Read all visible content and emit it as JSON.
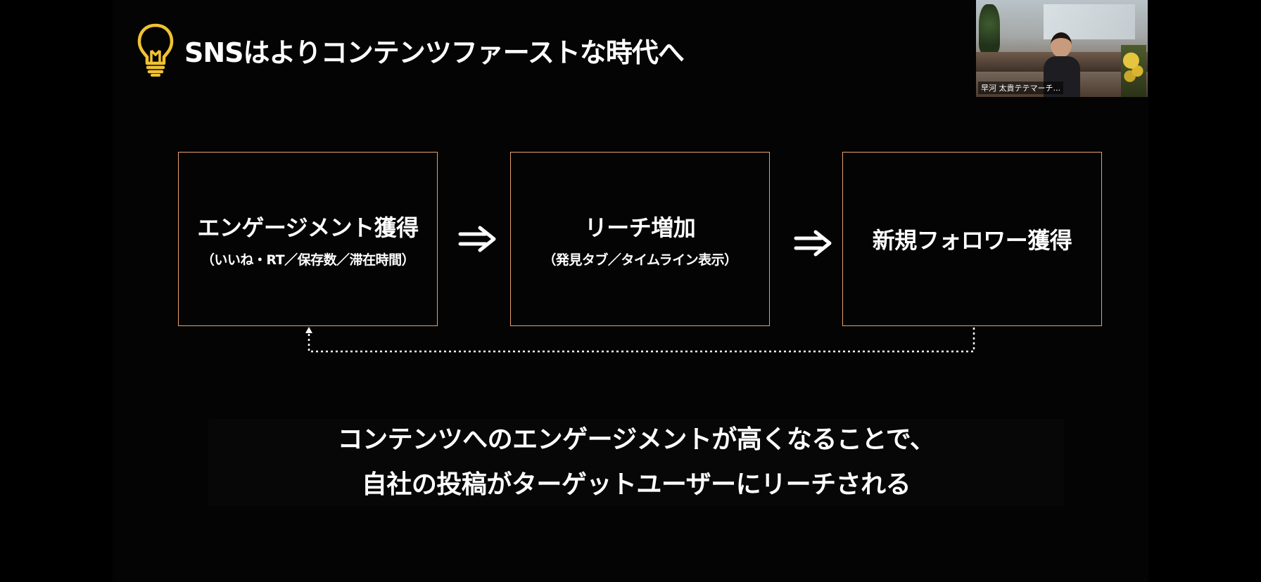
{
  "slide": {
    "title": "SNSはよりコンテンツファーストな時代へ",
    "boxes": [
      {
        "main": "エンゲージメント獲得",
        "sub": "（いいね・RT／保存数／滞在時間）"
      },
      {
        "main": "リーチ増加",
        "sub": "（発見タブ／タイムライン表示）"
      },
      {
        "main": "新規フォロワー獲得"
      }
    ],
    "arrows": [
      "⇒",
      "⇒"
    ],
    "bottom_text": [
      "コンテンツへのエンゲージメントが高くなることで、",
      "自社の投稿がターゲットユーザーにリーチされる"
    ]
  },
  "video_tile": {
    "participant_name": "早河 太貴テテマーチ..."
  },
  "colors": {
    "box_border": "#e8a070",
    "bulb": "#f1c232",
    "text": "#ffffff",
    "background": "#000000"
  },
  "icons": {
    "title": "lightbulb-icon",
    "flow_arrow": "double-arrow-right-icon"
  }
}
